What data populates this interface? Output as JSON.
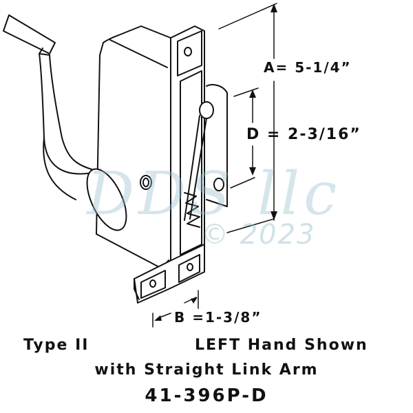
{
  "diagram": {
    "subject": "casement window operator drawing",
    "dimensions": {
      "a": "A= 5-1/4”",
      "d": "D =  2-3/16”",
      "b": "B =1-3/8”"
    },
    "captions": {
      "type": "Type II",
      "hand": "LEFT Hand Shown",
      "arm": "with Straight Link Arm",
      "part_number": "41-396P-D"
    },
    "watermark": {
      "brand": "DDS llc",
      "copyright": "© 2023"
    },
    "colors": {
      "line": "#111111",
      "background": "#ffffff",
      "watermark": "#96bece"
    }
  }
}
